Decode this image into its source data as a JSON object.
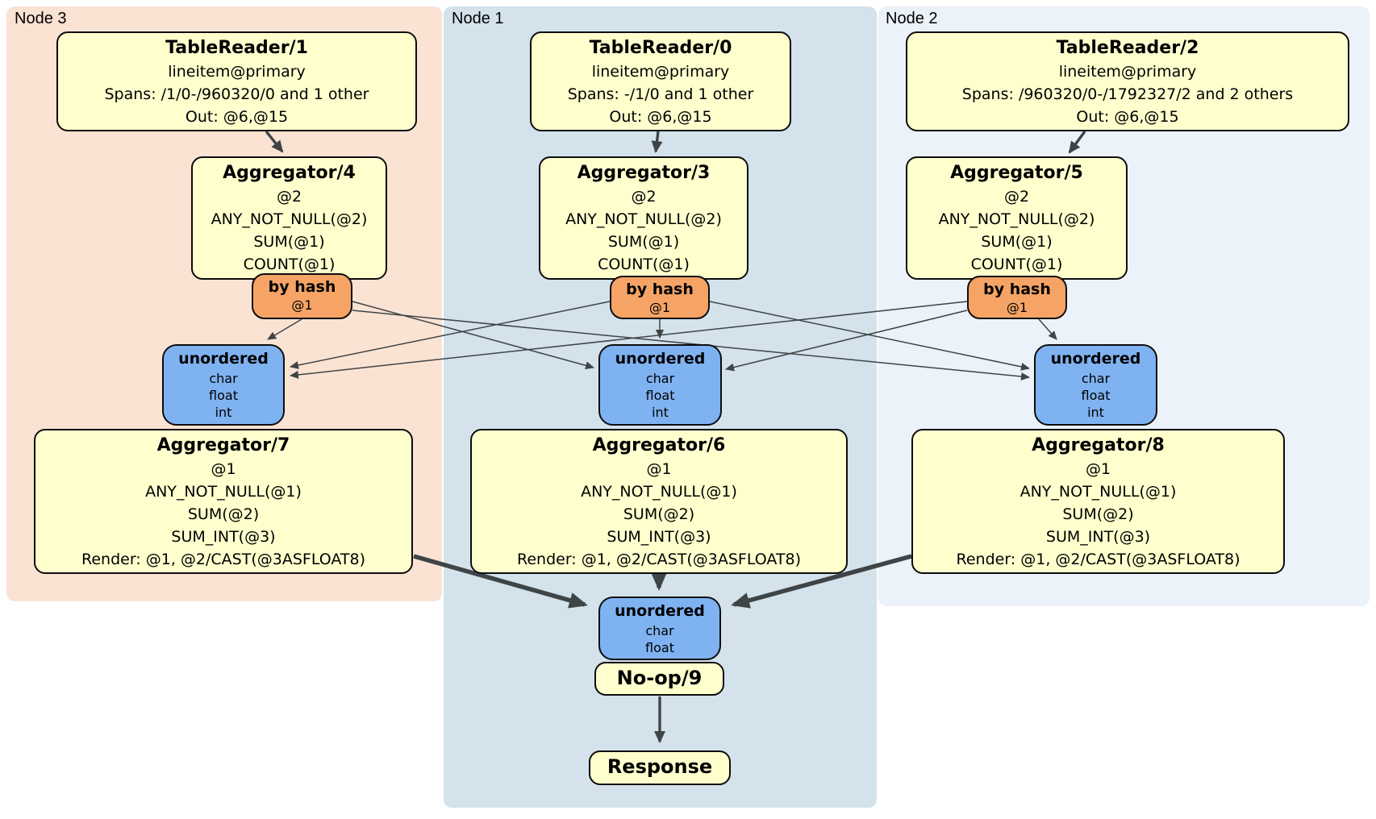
{
  "colors": {
    "edge": "#3f4446",
    "box_fill": "#ffffce",
    "router_fill": "#f5a466",
    "sync_fill": "#7fb2f1",
    "panel_node3": "#fbe3d4",
    "panel_node1": "#d3e2eb",
    "panel_node2": "#ecf2f9"
  },
  "panels": {
    "node3": {
      "label": "Node 3"
    },
    "node1": {
      "label": "Node 1"
    },
    "node2": {
      "label": "Node 2"
    }
  },
  "boxes": {
    "tr1": {
      "title": "TableReader/1",
      "lines": [
        "lineitem@primary",
        "Spans: /1/0-/960320/0 and 1 other",
        "Out: @6,@15"
      ]
    },
    "tr0": {
      "title": "TableReader/0",
      "lines": [
        "lineitem@primary",
        "Spans: -/1/0 and 1 other",
        "Out: @6,@15"
      ]
    },
    "tr2": {
      "title": "TableReader/2",
      "lines": [
        "lineitem@primary",
        "Spans: /960320/0-/1792327/2 and 2 others",
        "Out: @6,@15"
      ]
    },
    "agg4": {
      "title": "Aggregator/4",
      "lines": [
        "@2",
        "ANY_NOT_NULL(@2)",
        "SUM(@1)",
        "COUNT(@1)"
      ]
    },
    "agg3": {
      "title": "Aggregator/3",
      "lines": [
        "@2",
        "ANY_NOT_NULL(@2)",
        "SUM(@1)",
        "COUNT(@1)"
      ]
    },
    "agg5": {
      "title": "Aggregator/5",
      "lines": [
        "@2",
        "ANY_NOT_NULL(@2)",
        "SUM(@1)",
        "COUNT(@1)"
      ]
    },
    "router3": {
      "title": "by hash",
      "key": "@1"
    },
    "router1": {
      "title": "by hash",
      "key": "@1"
    },
    "router2": {
      "title": "by hash",
      "key": "@1"
    },
    "sync3": {
      "title": "unordered",
      "lines": [
        "char",
        "float",
        "int"
      ]
    },
    "sync1": {
      "title": "unordered",
      "lines": [
        "char",
        "float",
        "int"
      ]
    },
    "sync2": {
      "title": "unordered",
      "lines": [
        "char",
        "float",
        "int"
      ]
    },
    "agg7": {
      "title": "Aggregator/7",
      "lines": [
        "@1",
        "ANY_NOT_NULL(@1)",
        "SUM(@2)",
        "SUM_INT(@3)",
        "Render: @1, @2/CAST(@3ASFLOAT8)"
      ]
    },
    "agg6": {
      "title": "Aggregator/6",
      "lines": [
        "@1",
        "ANY_NOT_NULL(@1)",
        "SUM(@2)",
        "SUM_INT(@3)",
        "Render: @1, @2/CAST(@3ASFLOAT8)"
      ]
    },
    "agg8": {
      "title": "Aggregator/8",
      "lines": [
        "@1",
        "ANY_NOT_NULL(@1)",
        "SUM(@2)",
        "SUM_INT(@3)",
        "Render: @1, @2/CAST(@3ASFLOAT8)"
      ]
    },
    "fsync": {
      "title": "unordered",
      "lines": [
        "char",
        "float"
      ]
    },
    "noop": {
      "title": "No-op/9"
    },
    "response": {
      "title": "Response"
    }
  }
}
